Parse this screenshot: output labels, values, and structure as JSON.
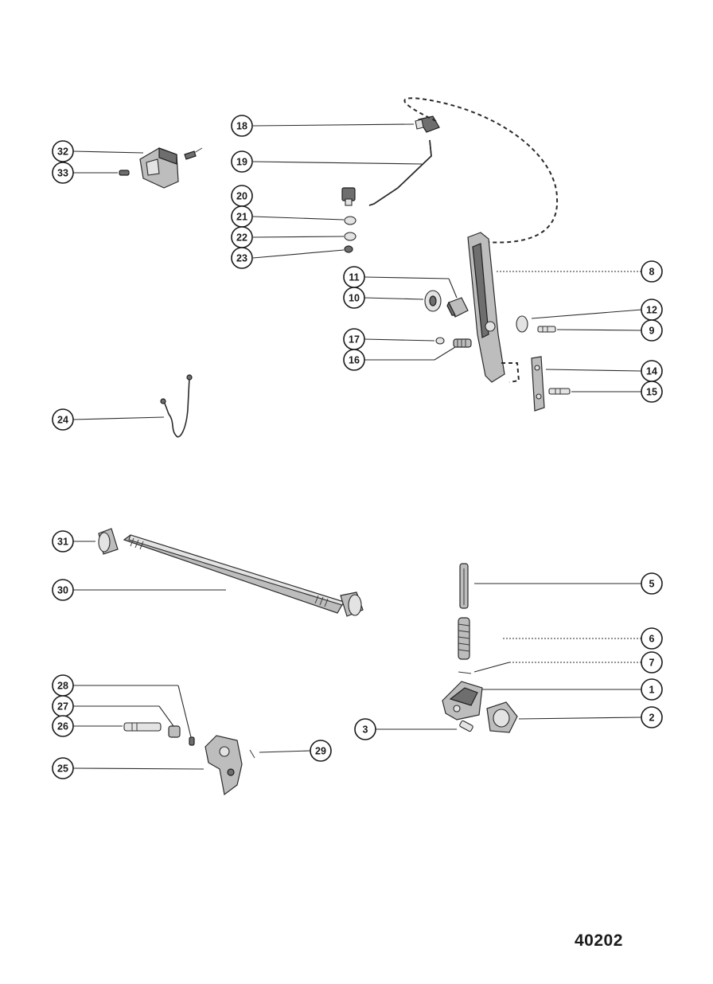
{
  "figure_id": "40202",
  "callouts": [
    {
      "id": "1",
      "label": "1"
    },
    {
      "id": "2",
      "label": "2"
    },
    {
      "id": "3",
      "label": "3"
    },
    {
      "id": "5",
      "label": "5"
    },
    {
      "id": "6",
      "label": "6"
    },
    {
      "id": "7",
      "label": "7"
    },
    {
      "id": "8",
      "label": "8"
    },
    {
      "id": "9",
      "label": "9"
    },
    {
      "id": "10",
      "label": "10"
    },
    {
      "id": "11",
      "label": "11"
    },
    {
      "id": "12",
      "label": "12"
    },
    {
      "id": "14",
      "label": "14"
    },
    {
      "id": "15",
      "label": "15"
    },
    {
      "id": "16",
      "label": "16"
    },
    {
      "id": "17",
      "label": "17"
    },
    {
      "id": "18",
      "label": "18"
    },
    {
      "id": "19",
      "label": "19"
    },
    {
      "id": "20",
      "label": "20"
    },
    {
      "id": "21",
      "label": "21"
    },
    {
      "id": "22",
      "label": "22"
    },
    {
      "id": "23",
      "label": "23"
    },
    {
      "id": "24",
      "label": "24"
    },
    {
      "id": "25",
      "label": "25"
    },
    {
      "id": "26",
      "label": "26"
    },
    {
      "id": "27",
      "label": "27"
    },
    {
      "id": "28",
      "label": "28"
    },
    {
      "id": "29",
      "label": "29"
    },
    {
      "id": "30",
      "label": "30"
    },
    {
      "id": "31",
      "label": "31"
    },
    {
      "id": "32",
      "label": "32"
    },
    {
      "id": "33",
      "label": "33"
    }
  ]
}
